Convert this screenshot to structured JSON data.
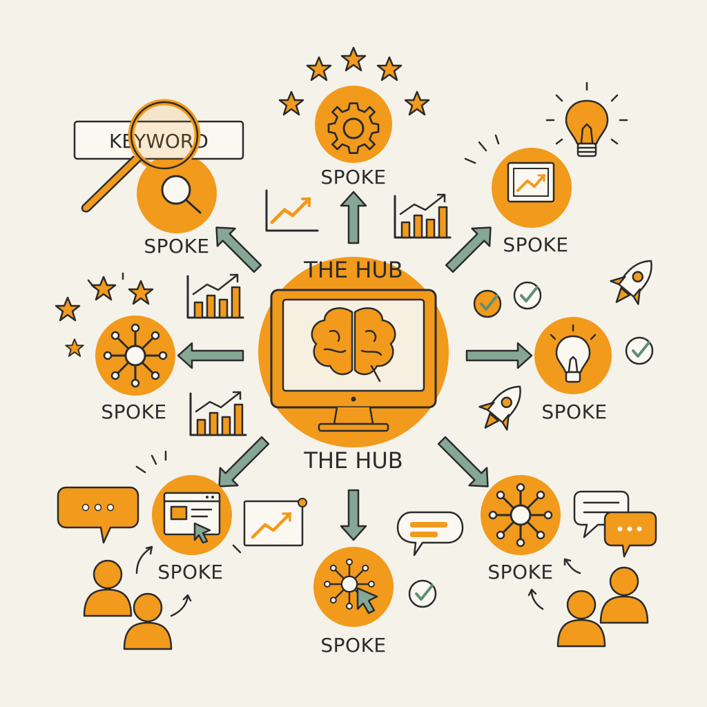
{
  "diagram": {
    "hub_labels": [
      "THE HUB",
      "THE HUB"
    ],
    "keyword_text": "KEYWORD",
    "spokes": [
      {
        "id": "top",
        "label": "SPOKE",
        "icon": "gear-icon"
      },
      {
        "id": "top-left",
        "label": "SPOKE",
        "icon": "magnifier-icon"
      },
      {
        "id": "top-right",
        "label": "SPOKE",
        "icon": "chart-icon"
      },
      {
        "id": "left",
        "label": "SPOKE",
        "icon": "network-icon"
      },
      {
        "id": "right",
        "label": "SPOKE",
        "icon": "lightbulb-icon"
      },
      {
        "id": "bottom-left",
        "label": "SPOKE",
        "icon": "browser-click-icon"
      },
      {
        "id": "bottom",
        "label": "SPOKE",
        "icon": "network-cursor-icon"
      },
      {
        "id": "bottom-right",
        "label": "SPOKE",
        "icon": "network-icon"
      }
    ]
  },
  "colors": {
    "accent": "#f29a1c",
    "arrow": "#86a795",
    "ink": "#2b2b2b",
    "background": "#f5f2ea"
  }
}
